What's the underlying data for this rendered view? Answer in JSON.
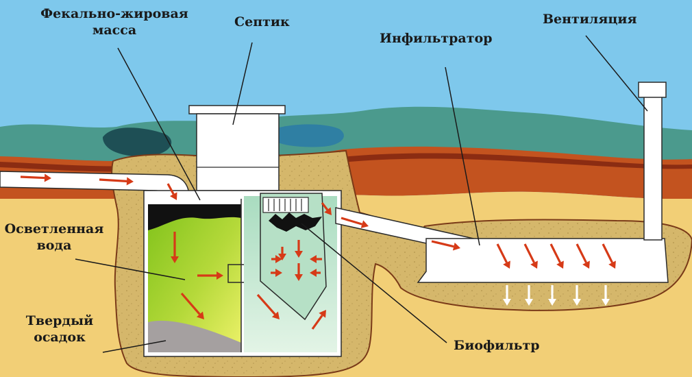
{
  "labels": {
    "fat_mass": [
      "Фекально-жировая",
      "масса"
    ],
    "septic": "Септик",
    "infiltrator": "Инфильтратор",
    "ventilation": "Вентиляция",
    "clarified_water": [
      "Осветленная",
      "вода"
    ],
    "solid_sediment": [
      "Твердый",
      "осадок"
    ],
    "biofilter": "Биофильтр"
  },
  "colors": {
    "sky": "#7ec8ec",
    "hills": "#4b9a8d",
    "hill_shadow": "#356f6a",
    "soil": "#d5b76b",
    "soil_dark": "#c9a85c",
    "clay": "#c3531f",
    "clay_dark": "#8b2c12",
    "sand": "#f2cf76",
    "pipe": "#ffffff",
    "pipe_stroke": "#2a2a2a",
    "arrow": "#d63a17",
    "sludge": "#a5a0a0",
    "fat_layer": "#111111",
    "water_top": "#7fc21a",
    "water_bottom": "#e6ef5a",
    "biofilter_water": "#c6e8cf"
  },
  "icons": {
    "flow_arrow": "arrow-right-icon",
    "drain_arrow": "arrow-down-icon"
  }
}
